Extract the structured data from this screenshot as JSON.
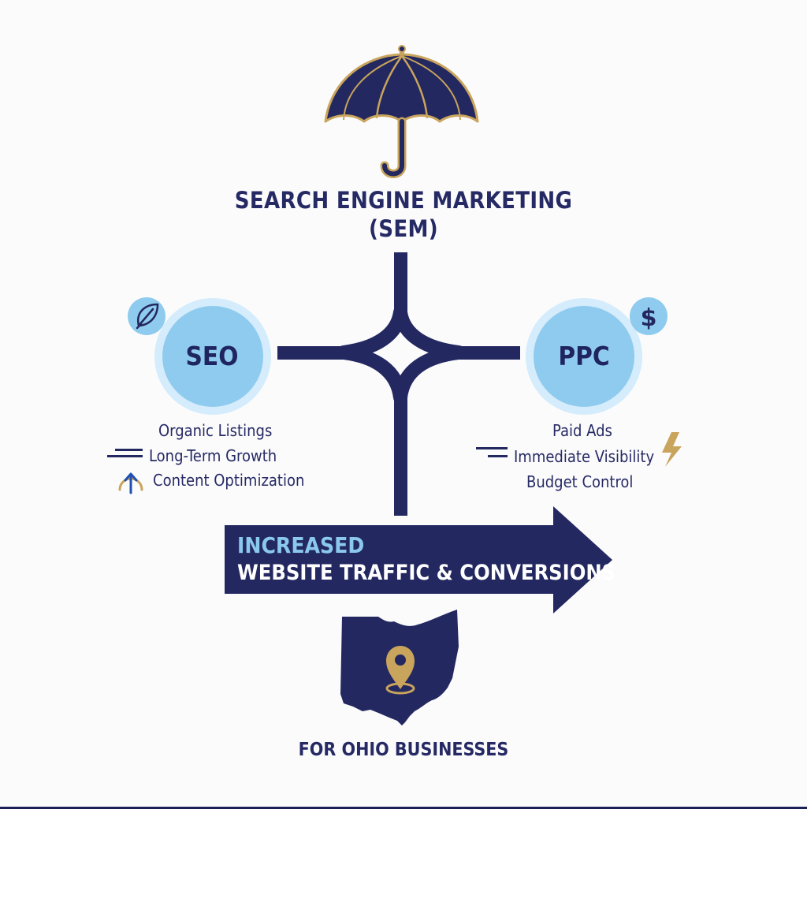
{
  "title": {
    "line1": "SEARCH ENGINE MARKETING",
    "line2": "(SEM)"
  },
  "seo": {
    "label": "SEO",
    "items": [
      "Organic Listings",
      "Long-Term Growth",
      "Content Optimization"
    ]
  },
  "ppc": {
    "label": "PPC",
    "items": [
      "Paid Ads",
      "Immediate Visibility",
      "Budget Control"
    ]
  },
  "arrow": {
    "line1": "INCREASED",
    "line2": "WEBSITE TRAFFIC & CONVERSIONS"
  },
  "footer": "FOR OHIO BUSINESSES",
  "icons": {
    "top": "umbrella-icon",
    "seo_badge": "leaf-icon",
    "ppc_badge": "dollar-icon",
    "bolt": "lightning-icon",
    "location": "map-pin-icon",
    "state": "ohio-map-icon"
  },
  "colors": {
    "navy": "#232860",
    "gold": "#c9a45c",
    "light_blue": "#8ac8ee",
    "pale_blue": "#d4ecfb"
  }
}
